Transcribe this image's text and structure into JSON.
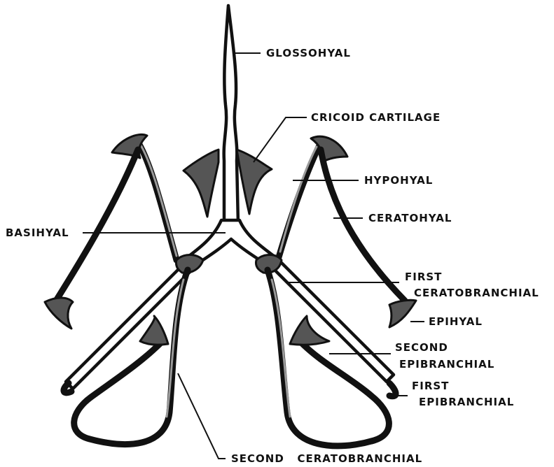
{
  "diagram": {
    "labels": {
      "glossohyal": "GLOSSOHYAL",
      "cricoid": "CRICOID CARTILAGE",
      "hypohyal": "HYPOHYAL",
      "basihyal": "BASIHYAL",
      "ceratohyal": "CERATOHYAL",
      "first_ceratobranchial_1": "FIRST",
      "first_ceratobranchial_2": "CERATOBRANCHIAL",
      "epihyal": "EPIHYAL",
      "second_epibranchial_1": "SECOND",
      "second_epibranchial_2": "EPIBRANCHIAL",
      "first_epibranchial_1": "FIRST",
      "first_epibranchial_2": "EPIBRANCHIAL",
      "second_ceratobranchial": "SECOND   CERATOBRANCHIAL"
    }
  }
}
